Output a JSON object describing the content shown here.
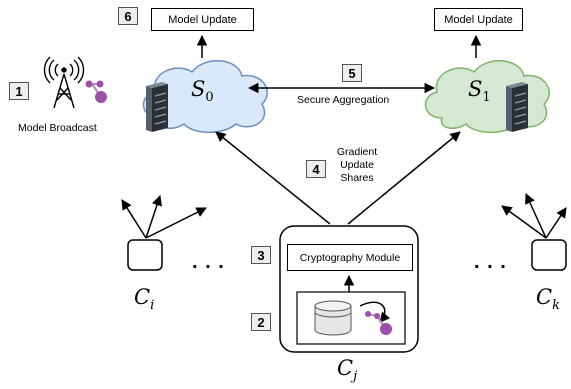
{
  "steps": {
    "s1": "1",
    "s2": "2",
    "s3": "3",
    "s4": "4",
    "s5": "5",
    "s6": "6"
  },
  "labels": {
    "model_update_left": "Model Update",
    "model_update_right": "Model Update",
    "model_broadcast": "Model Broadcast",
    "secure_aggregation": "Secure Aggregation",
    "gradient_line1": "Gradient",
    "gradient_line2": "Update",
    "gradient_line3": "Shares",
    "cryptography_module": "Cryptography Module",
    "ellipsis_left": ". . .",
    "ellipsis_right": ". . ."
  },
  "servers": {
    "s0_var": "S",
    "s0_sub": "0",
    "s1_var": "S",
    "s1_sub": "1"
  },
  "clients": {
    "ci_var": "C",
    "ci_sub": "i",
    "cj_var": "C",
    "cj_sub": "j",
    "ck_var": "C",
    "ck_sub": "k"
  },
  "colors": {
    "cloud_left_fill": "#dae8fc",
    "cloud_left_stroke": "#6c8ebf",
    "cloud_right_fill": "#d5e8d4",
    "cloud_right_stroke": "#82b366",
    "model_node": "#9b4fa8",
    "step_badge": "#eeeeee"
  },
  "icons": {
    "antenna": "antenna-tower-icon",
    "server": "server-rack-icon",
    "database": "database-icon",
    "model": "model-graph-icon"
  }
}
